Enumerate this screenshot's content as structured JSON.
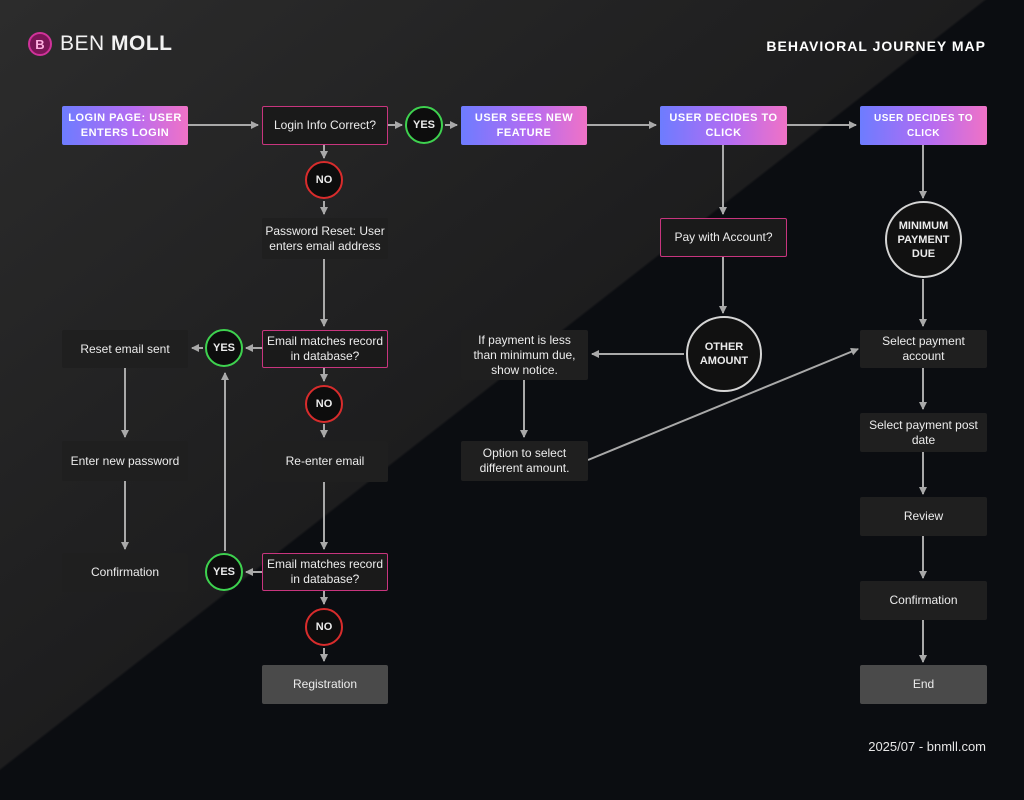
{
  "brand": {
    "logo_letter": "B",
    "first": "BEN",
    "last": "MOLL",
    "accent_color": "#d0329a"
  },
  "title": "BEHAVIORAL JOURNEY MAP",
  "footer": "2025/07 - bnmll.com",
  "colors": {
    "gradient_start": "#6d7cff",
    "gradient_end": "#f072c6",
    "yes_ring": "#3ed24f",
    "no_ring": "#d82c2c",
    "decision_border": "#c8357e",
    "arrow": "#a9a9a9"
  },
  "nodes": {
    "login_page": "LOGIN PAGE: USER ENTERS LOGIN",
    "login_correct": "Login Info Correct?",
    "yes_login": "YES",
    "user_sees": "USER SEES NEW FEATURE",
    "user_decides_1": "USER DECIDES TO CLICK",
    "user_decides_2": "USER DECIDES TO CLICK",
    "no_login": "NO",
    "password_reset": "Password Reset: User enters email address",
    "email_match_1": "Email matches record in database?",
    "yes_email_1": "YES",
    "reset_sent": "Reset email sent",
    "no_email_1": "NO",
    "enter_password": "Enter new password",
    "reenter_email": "Re-enter email",
    "confirmation_left": "Confirmation",
    "yes_email_2": "YES",
    "email_match_2": "Email matches record in database?",
    "no_email_2": "NO",
    "registration": "Registration",
    "pay_account": "Pay with Account?",
    "other_amount": "OTHER AMOUNT",
    "payment_notice": "If payment is less than minimum due, show notice.",
    "option_select": "Option to select different amount.",
    "minimum_due": "MINIMUM PAYMENT DUE",
    "select_account": "Select payment account",
    "select_date": "Select payment post date",
    "review": "Review",
    "confirmation_right": "Confirmation",
    "end": "End"
  }
}
